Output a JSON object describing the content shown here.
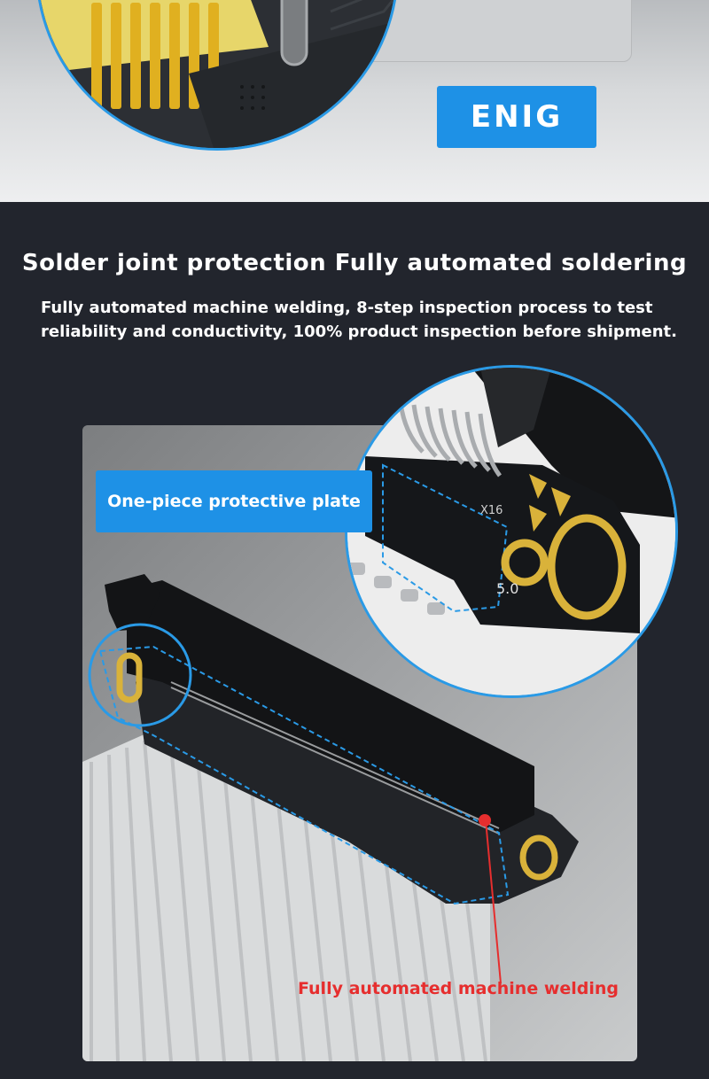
{
  "top": {
    "badge_label": "ENIG"
  },
  "section": {
    "title": "Solder joint protection Fully automated soldering",
    "description_line1": "Fully automated machine welding, 8-step inspection process to test",
    "description_line2": "reliability and conductivity, 100% product inspection before shipment."
  },
  "callouts": {
    "plate_label": "One-piece protective plate",
    "weld_label": "Fully automated machine welding",
    "pcb_marking_x16": "X16",
    "pcb_marking_version": "5.0"
  },
  "colors": {
    "accent_blue": "#1e91e6",
    "background_dark": "#22252d",
    "weld_red": "#e62e2e",
    "gold": "#d9b23a"
  }
}
